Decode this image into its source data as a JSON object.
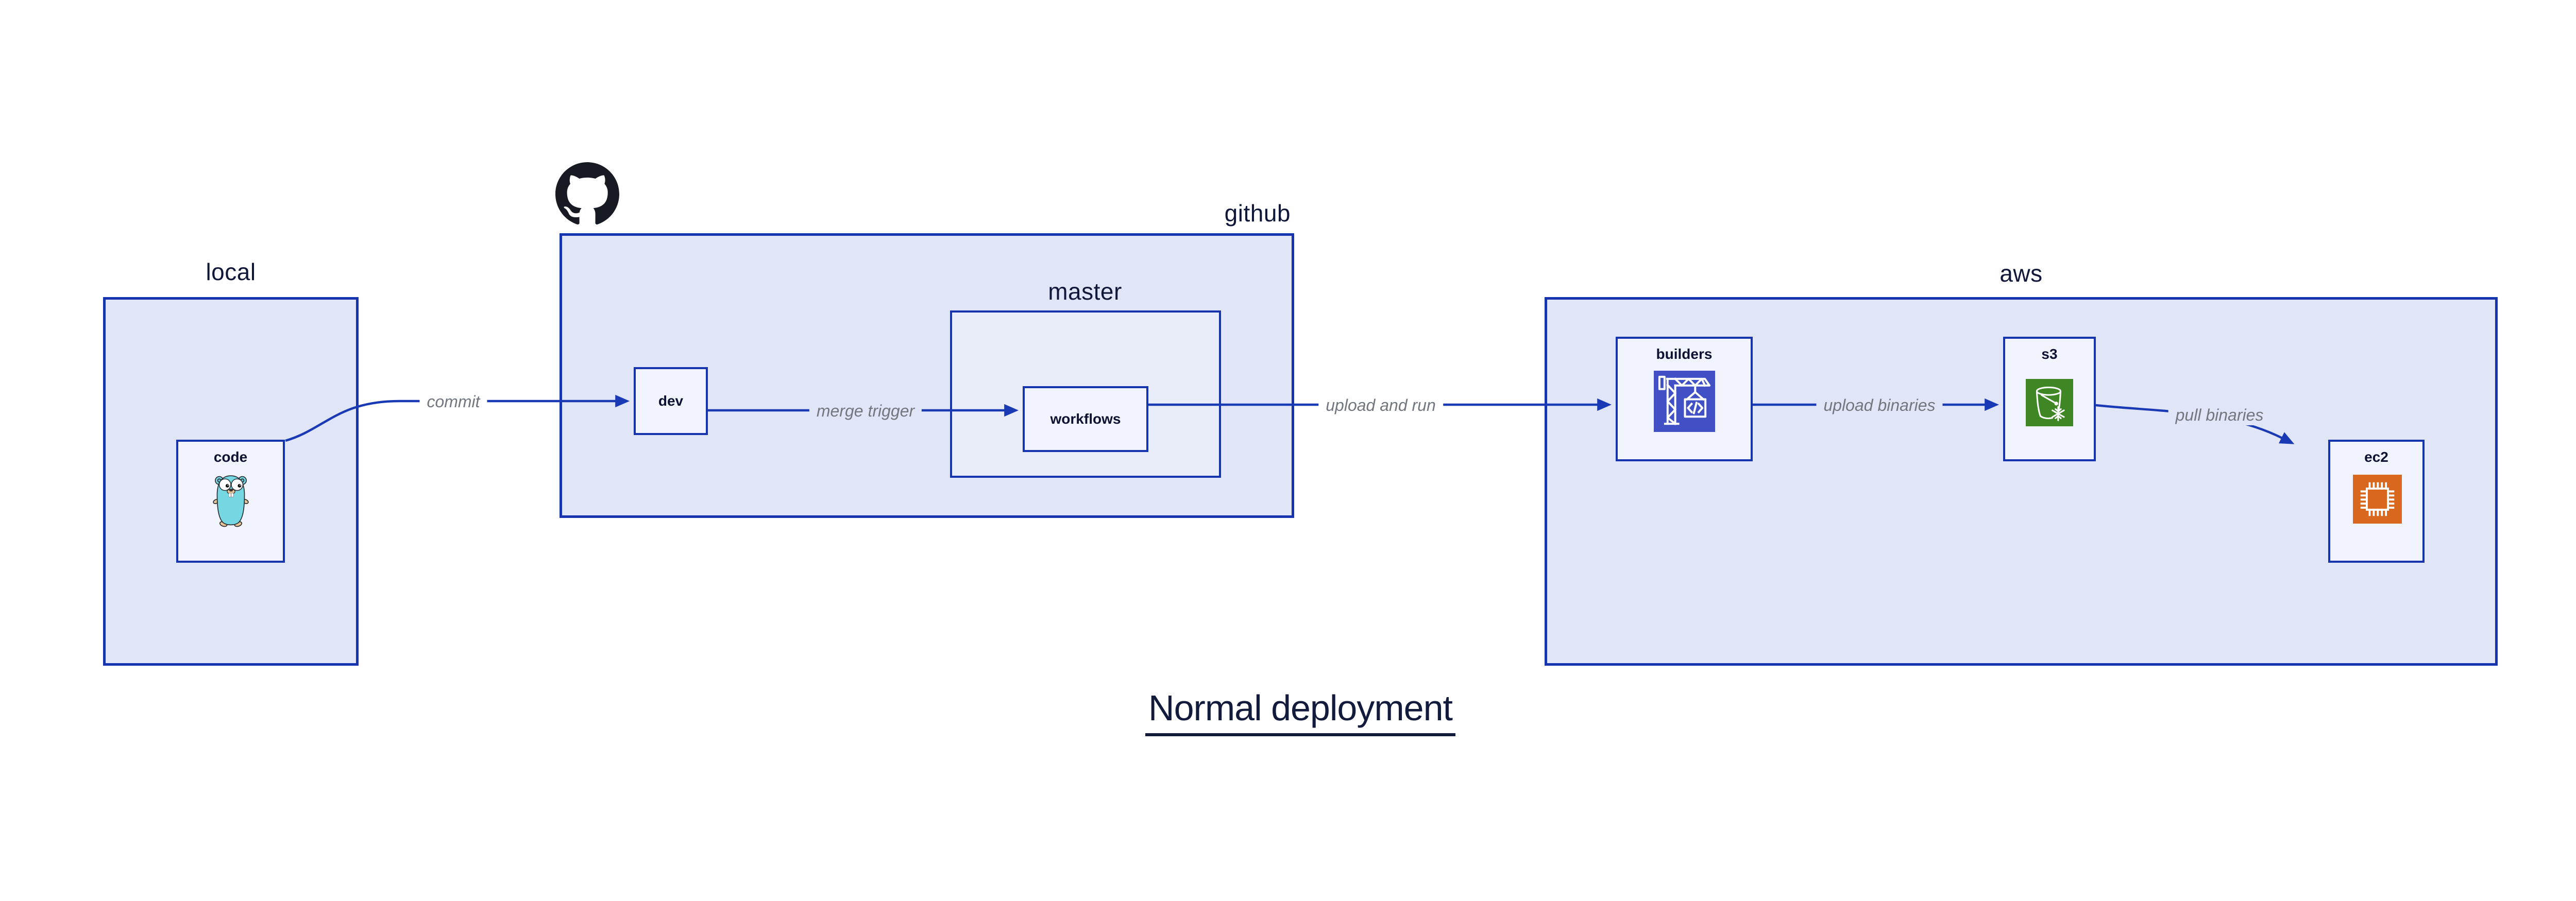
{
  "title": {
    "text": "Normal deployment"
  },
  "clusters": {
    "local": {
      "label": "local"
    },
    "github": {
      "label": "github"
    },
    "master": {
      "label": "master"
    },
    "aws": {
      "label": "aws"
    }
  },
  "nodes": {
    "code": {
      "label": "code",
      "icon": "go-gopher-icon"
    },
    "dev": {
      "label": "dev"
    },
    "workflows": {
      "label": "workflows"
    },
    "builders": {
      "label": "builders",
      "icon": "codebuild-crane-icon"
    },
    "s3": {
      "label": "s3",
      "icon": "s3-glacier-bucket-icon"
    },
    "ec2": {
      "label": "ec2",
      "icon": "ec2-chip-icon"
    }
  },
  "edges": [
    {
      "from": "code",
      "to": "dev",
      "label": "commit"
    },
    {
      "from": "dev",
      "to": "workflows",
      "label": "merge trigger"
    },
    {
      "from": "workflows",
      "to": "builders",
      "label": "upload and run"
    },
    {
      "from": "builders",
      "to": "s3",
      "label": "upload binaries"
    },
    {
      "from": "s3",
      "to": "ec2",
      "label": "pull binaries"
    }
  ],
  "icons": {
    "octocat": "github-octocat-icon"
  },
  "colors": {
    "canvas-bg": "#ffffff",
    "cluster-fill": "#e0e6f8",
    "master-fill": "#e9edfa",
    "node-fill": "#f1f4fc",
    "border-blue": "#1634ae",
    "arrow-blue": "#1a39b4",
    "edge-label": "#72767e",
    "section-label": "#101738",
    "node-label": "#0d1233",
    "title-color": "#131b3d",
    "codebuild-bg": "#4150c5",
    "s3-bg": "#3f8624",
    "ec2-bg": "#d9671d",
    "octocat": "#171a23",
    "gopher-body": "#74d7e2",
    "gopher-skin": "#e9c497"
  }
}
